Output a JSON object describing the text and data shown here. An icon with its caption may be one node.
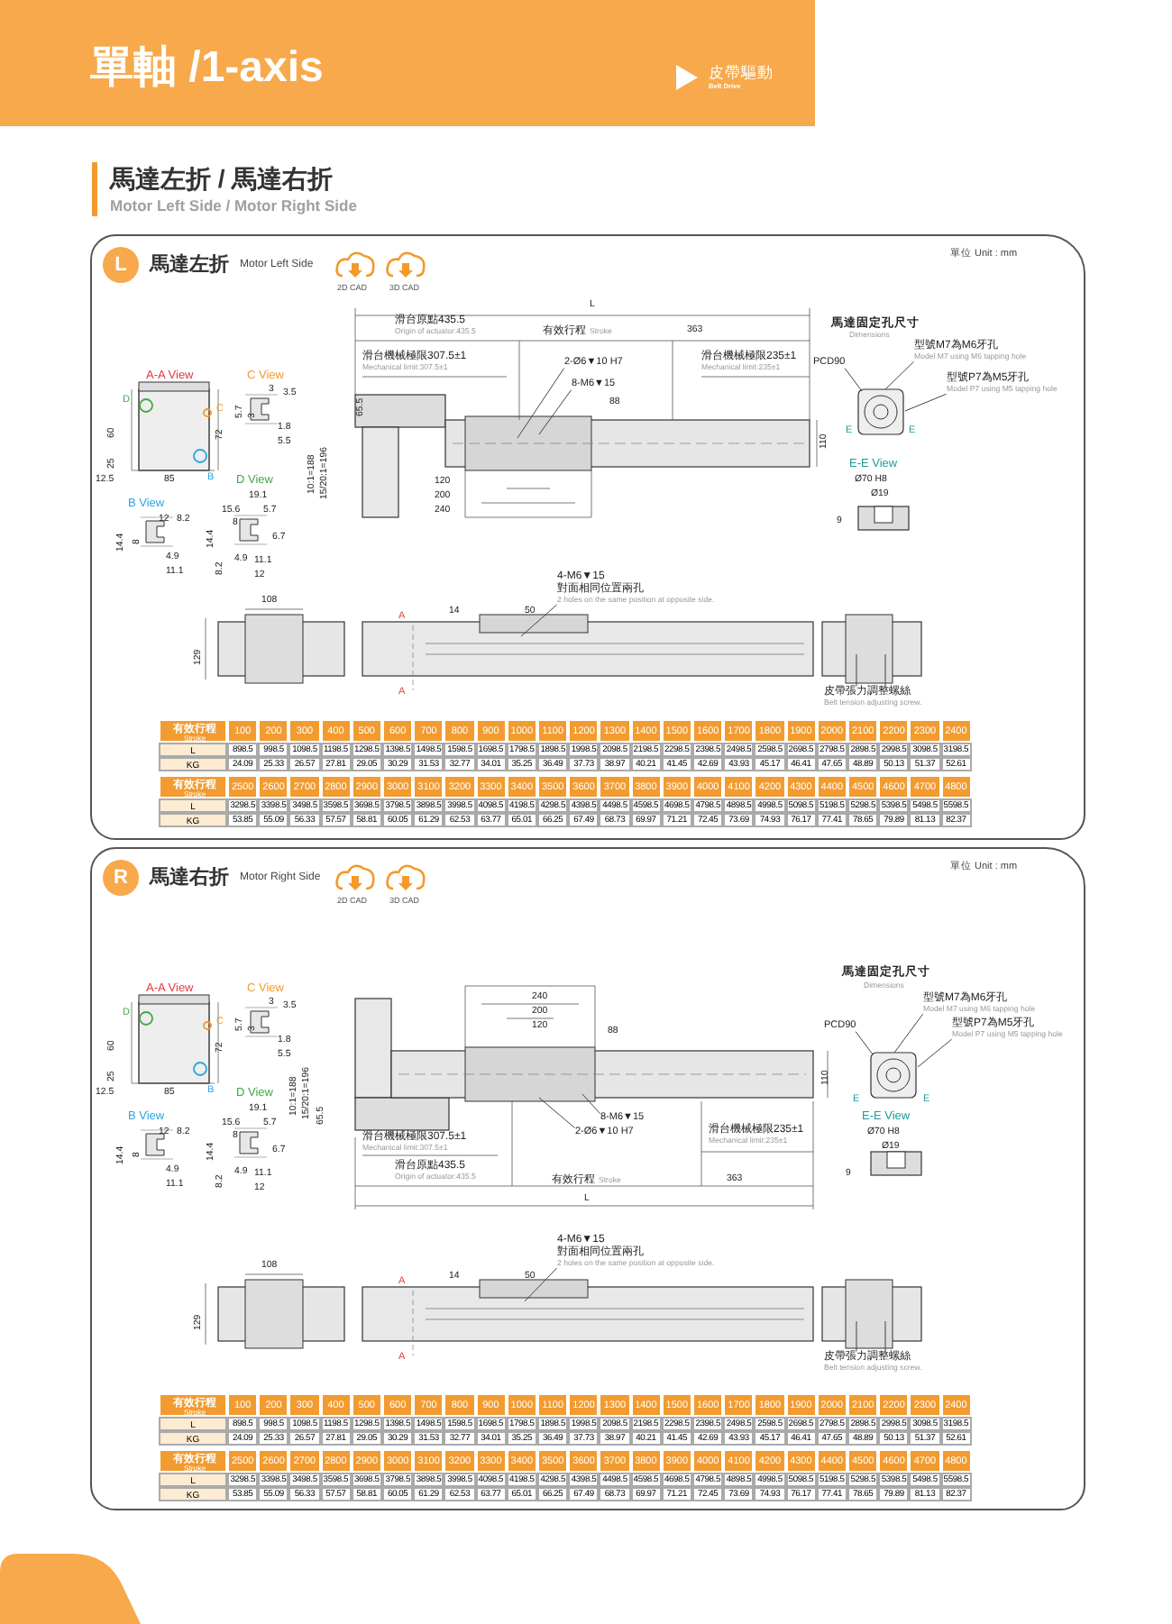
{
  "diagram": {
    "title": "單軸 /1-axis",
    "nodes": [
      {
        "text": [
          "馬達左折",
          "Motor Left Side"
        ]
      },
      {
        "text": [
          "L"
        ],
        "in": 0
      },
      {
        "text": [
          "8-M6▼15"
        ],
        "in": 0
      },
      {
        "text": [
          "2-Ø6▼10 H7"
        ],
        "in": 0
      },
      {
        "text": [
          "4-M6▼15",
          "對面相同位置兩孔",
          "2 holes on the same position at opposite side."
        ],
        "in": 0
      },
      {
        "text": [
          "皮帶張力調整螺絲",
          "Belt tension adjusting screw."
        ],
        "in": 0
      },
      {
        "text": [
          "PCD90"
        ],
        "in": 0
      },
      {
        "text": [
          "型號M7為M6牙孔",
          "Model M7 using M6 tapping hole"
        ],
        "in": 0
      },
      {
        "text": [
          "型號P7為M5牙孔",
          "Model P7 using M5 tapping hole"
        ],
        "in": 0
      },
      {
        "text": [
          "馬達右折",
          "Motor Right Side"
        ]
      },
      {
        "text": [
          "R"
        ],
        "in": 9
      },
      {
        "text": [
          "8-M6▼15"
        ],
        "in": 9
      },
      {
        "text": [
          "2-Ø6▼10 H7"
        ],
        "in": 9
      },
      {
        "text": [
          "4-M6▼15",
          "對面相同位置兩孔",
          "2 holes on the same position at opposite side."
        ],
        "in": 9
      },
      {
        "text": [
          "皮帶張力調整螺絲",
          "Belt tension adjusting screw."
        ],
        "in": 9
      },
      {
        "text": [
          "PCD90"
        ],
        "in": 9
      },
      {
        "text": [
          "型號M7為M6牙孔",
          "Model M7 using M6 tapping hole"
        ],
        "in": 9
      },
      {
        "text": [
          "型號P7為M5牙孔",
          "Model P7 using M5 tapping hole"
        ],
        "in": 9
      }
    ],
    "edges": [
      {
        "from": 2,
        "to": null,
        "arrow": "none"
      },
      {
        "from": 3,
        "to": null,
        "arrow": "none"
      },
      {
        "from": 4,
        "to": null,
        "arrow": "none"
      },
      {
        "from": 5,
        "to": null,
        "arrow": "none"
      },
      {
        "from": 5,
        "to": null,
        "arrow": "none"
      },
      {
        "from": 6,
        "to": null,
        "arrow": "none"
      },
      {
        "from": 7,
        "to": null,
        "arrow": "none"
      },
      {
        "from": 8,
        "to": null,
        "arrow": "none"
      },
      {
        "from": 11,
        "to": null,
        "arrow": "none"
      },
      {
        "from": 12,
        "to": null,
        "arrow": "none"
      },
      {
        "from": 13,
        "to": null,
        "arrow": "none"
      },
      {
        "from": 14,
        "to": null,
        "arrow": "none"
      },
      {
        "from": 14,
        "to": null,
        "arrow": "none"
      },
      {
        "from": 15,
        "to": null,
        "arrow": "none"
      },
      {
        "from": 16,
        "to": null,
        "arrow": "none"
      },
      {
        "from": 17,
        "to": null,
        "arrow": "none"
      }
    ],
    "labels": [
      "皮帶驅動",
      "Belt Drive",
      "馬達左折 / 馬達右折",
      "Motor Left Side / Motor Right Side",
      "2D CAD",
      "3D CAD",
      "單位 Unit : mm",
      "A-A View",
      "D",
      "C",
      "B",
      "60",
      "25",
      "12.5",
      "85",
      "72",
      "C View",
      "3",
      "3.5",
      "5.7",
      "3",
      "1.8",
      "5.5",
      "B View",
      "12",
      "8.2",
      "14.4",
      "8",
      "4.9",
      "11.1",
      "D View",
      "19.1",
      "15.6",
      "5.7",
      "8",
      "14.4",
      "8.2",
      "4.9",
      "6.7",
      "11.1",
      "12",
      "L",
      "滑台原點435.5",
      "Origin of actuator:435.5",
      "有效行程",
      "Stroke",
      "363",
      "滑台機械極限307.5±1",
      "Mechanical limit:307.5±1",
      "滑台機械極限235±1",
      "Mechanical limit:235±1",
      "65.5",
      "10:1=188",
      "15/20:1=196",
      "88",
      "120",
      "200",
      "240",
      "110",
      "馬達固定孔尺寸",
      "Dimensions",
      "E",
      "E",
      "E-E View",
      "Ø70 H8",
      "Ø19",
      "9",
      "108",
      "129",
      "14",
      "50",
      "A",
      "A",
      "有效行程",
      "Stroke",
      "100",
      "200",
      "300",
      "400",
      "500",
      "600",
      "700",
      "800",
      "900",
      "1000",
      "1100",
      "1200",
      "1300",
      "1400",
      "1500",
      "1600",
      "1700",
      "1800",
      "1900",
      "2000",
      "2100",
      "2200",
      "2300",
      "2400",
      "L",
      "898.5",
      "998.5",
      "1098.5",
      "1198.5",
      "1298.5",
      "1398.5",
      "1498.5",
      "1598.5",
      "1698.5",
      "1798.5",
      "1898.5",
      "1998.5",
      "2098.5",
      "2198.5",
      "2298.5",
      "2398.5",
      "2498.5",
      "2598.5",
      "2698.5",
      "2798.5",
      "2898.5",
      "2998.5",
      "3098.5",
      "3198.5",
      "KG",
      "24.09",
      "25.33",
      "26.57",
      "27.81",
      "29.05",
      "30.29",
      "31.53",
      "32.77",
      "34.01",
      "35.25",
      "36.49",
      "37.73",
      "38.97",
      "40.21",
      "41.45",
      "42.69",
      "43.93",
      "45.17",
      "46.41",
      "47.65",
      "48.89",
      "50.13",
      "51.37",
      "52.61",
      "有效行程",
      "Stroke",
      "2500",
      "2600",
      "2700",
      "2800",
      "2900",
      "3000",
      "3100",
      "3200",
      "3300",
      "3400",
      "3500",
      "3600",
      "3700",
      "3800",
      "3900",
      "4000",
      "4100",
      "4200",
      "4300",
      "4400",
      "4500",
      "4600",
      "4700",
      "4800",
      "L",
      "3298.5",
      "3398.5",
      "3498.5",
      "3598.5",
      "3698.5",
      "3798.5",
      "3898.5",
      "3998.5",
      "4098.5",
      "4198.5",
      "4298.5",
      "4398.5",
      "4498.5",
      "4598.5",
      "4698.5",
      "4798.5",
      "4898.5",
      "4998.5",
      "5098.5",
      "5198.5",
      "5298.5",
      "5398.5",
      "5498.5",
      "5598.5",
      "KG",
      "53.85",
      "55.09",
      "56.33",
      "57.57",
      "58.81",
      "60.05",
      "61.29",
      "62.53",
      "63.77",
      "65.01",
      "66.25",
      "67.49",
      "68.73",
      "69.97",
      "71.21",
      "72.45",
      "73.69",
      "74.93",
      "76.17",
      "77.41",
      "78.65",
      "79.89",
      "81.13",
      "82.37",
      "2D CAD",
      "3D CAD",
      "單位 Unit : mm",
      "A-A View",
      "D",
      "C",
      "B",
      "60",
      "25",
      "12.5",
      "85",
      "72",
      "C View",
      "3",
      "3.5",
      "5.7",
      "3",
      "1.8",
      "5.5",
      "B View",
      "12",
      "8.2",
      "14.4",
      "8",
      "4.9",
      "11.1",
      "D View",
      "19.1",
      "15.6",
      "5.7",
      "8",
      "14.4",
      "8.2",
      "4.9",
      "6.7",
      "11.1",
      "12",
      "L",
      "滑台原點435.5",
      "Origin of actuator:435.5",
      "有效行程",
      "Stroke",
      "363",
      "滑台機械極限307.5±1",
      "Mechanical limit:307.5±1",
      "滑台機械極限235±1",
      "Mechanical limit:235±1",
      "65.5",
      "10:1=188",
      "15/20:1=196",
      "88",
      "120",
      "200",
      "240",
      "110",
      "馬達固定孔尺寸",
      "Dimensions",
      "E",
      "E",
      "E-E View",
      "Ø70 H8",
      "Ø19",
      "9",
      "108",
      "129",
      "14",
      "50",
      "A",
      "A",
      "有效行程",
      "Stroke",
      "100",
      "200",
      "300",
      "400",
      "500",
      "600",
      "700",
      "800",
      "900",
      "1000",
      "1100",
      "1200",
      "1300",
      "1400",
      "1500",
      "1600",
      "1700",
      "1800",
      "1900",
      "2000",
      "2100",
      "2200",
      "2300",
      "2400",
      "L",
      "898.5",
      "998.5",
      "1098.5",
      "1198.5",
      "1298.5",
      "1398.5",
      "1498.5",
      "1598.5",
      "1698.5",
      "1798.5",
      "1898.5",
      "1998.5",
      "2098.5",
      "2198.5",
      "2298.5",
      "2398.5",
      "2498.5",
      "2598.5",
      "2698.5",
      "2798.5",
      "2898.5",
      "2998.5",
      "3098.5",
      "3198.5",
      "KG",
      "24.09",
      "25.33",
      "26.57",
      "27.81",
      "29.05",
      "30.29",
      "31.53",
      "32.77",
      "34.01",
      "35.25",
      "36.49",
      "37.73",
      "38.97",
      "40.21",
      "41.45",
      "42.69",
      "43.93",
      "45.17",
      "46.41",
      "47.65",
      "48.89",
      "50.13",
      "51.37",
      "52.61",
      "有效行程",
      "Stroke",
      "2500",
      "2600",
      "2700",
      "2800",
      "2900",
      "3000",
      "3100",
      "3200",
      "3300",
      "3400",
      "3500",
      "3600",
      "3700",
      "3800",
      "3900",
      "4000",
      "4100",
      "4200",
      "4300",
      "4400",
      "4500",
      "4600",
      "4700",
      "4800",
      "L",
      "3298.5",
      "3398.5",
      "3498.5",
      "3598.5",
      "3698.5",
      "3798.5",
      "3898.5",
      "3998.5",
      "4098.5",
      "4198.5",
      "4298.5",
      "4398.5",
      "4498.5",
      "4598.5",
      "4698.5",
      "4798.5",
      "4898.5",
      "4998.5",
      "5098.5",
      "5198.5",
      "5298.5",
      "5398.5",
      "5498.5",
      "5598.5",
      "KG",
      "53.85",
      "55.09",
      "56.33",
      "57.57",
      "58.81",
      "60.05",
      "61.29",
      "62.53",
      "63.77",
      "65.01",
      "66.25",
      "67.49",
      "68.73",
      "69.97",
      "71.21",
      "72.45",
      "73.69",
      "74.93",
      "76.17",
      "77.41",
      "78.65",
      "79.89",
      "81.13",
      "82.37"
    ]
  }
}
